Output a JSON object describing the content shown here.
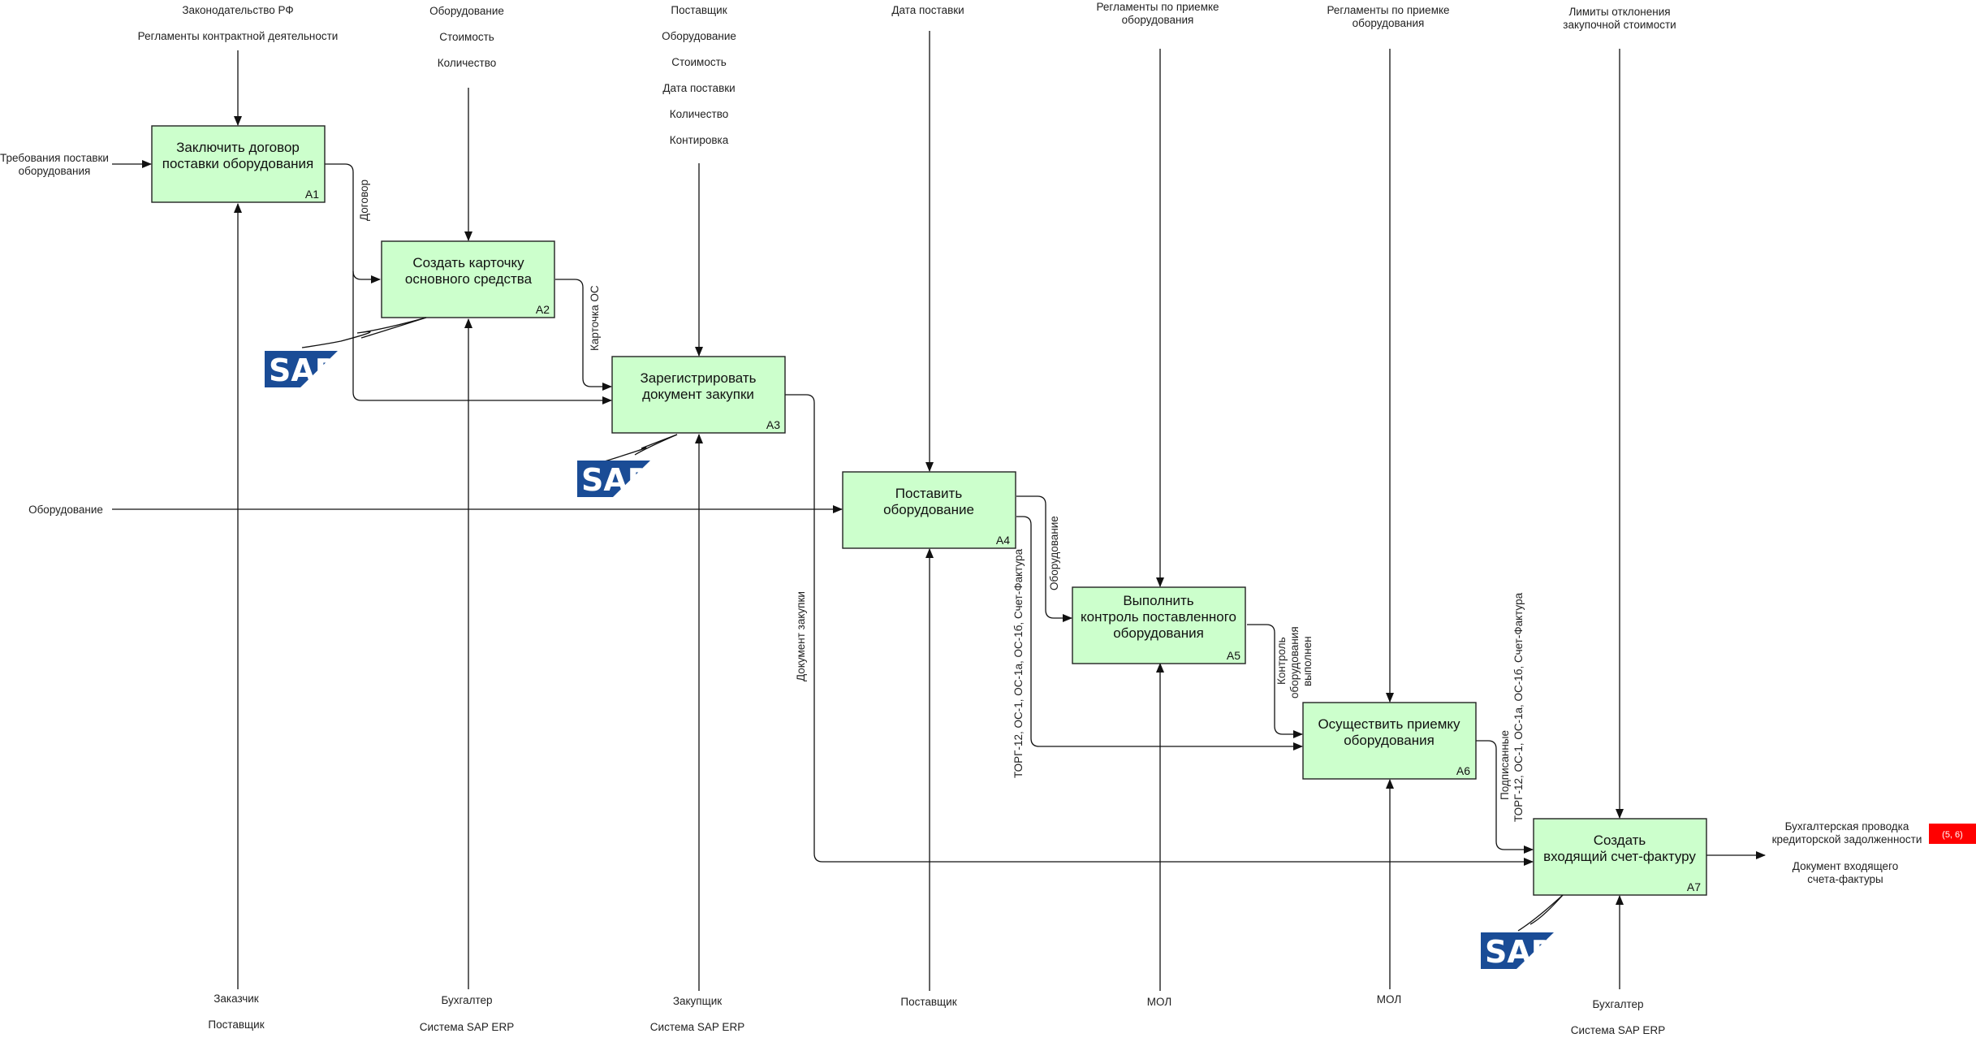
{
  "diagram": {
    "colors": {
      "box_fill": "#ccffcc",
      "sap_blue": "#1a4c96",
      "badge_red": "#ff0000"
    },
    "boxes": [
      {
        "id": "A1",
        "lines": [
          "Заключить договор",
          "поставки оборудования"
        ]
      },
      {
        "id": "A2",
        "lines": [
          "Создать карточку",
          "основного средства"
        ]
      },
      {
        "id": "A3",
        "lines": [
          "Зарегистрировать",
          "документ закупки"
        ]
      },
      {
        "id": "A4",
        "lines": [
          "Поставить",
          "оборудование"
        ]
      },
      {
        "id": "A5",
        "lines": [
          "Выполнить",
          "контроль поставленного",
          "оборудования"
        ]
      },
      {
        "id": "A6",
        "lines": [
          "Осуществить приемку",
          "оборудования"
        ]
      },
      {
        "id": "A7",
        "lines": [
          "Создать",
          "входящий счет-фактуру"
        ]
      }
    ],
    "controls": {
      "a1": [
        "Законодательство РФ",
        "Регламенты контрактной деятельности"
      ],
      "a2": [
        "Оборудование",
        "Стоимость",
        "Количество"
      ],
      "a3": [
        "Поставщик",
        "Оборудование",
        "Стоимость",
        "Дата поставки",
        "Количество",
        "Контировка"
      ],
      "a4": [
        "Дата поставки"
      ],
      "a5": [
        "Регламенты по приемке",
        "оборудования"
      ],
      "a6": [
        "Регламенты по приемке",
        "оборудования"
      ],
      "a7": [
        "Лимиты отклонения",
        "закупочной стоимости"
      ]
    },
    "inputs": {
      "a1": [
        "Требования поставки",
        "оборудования"
      ],
      "a4": [
        "Оборудование"
      ]
    },
    "mechanisms": {
      "a1": [
        "Заказчик",
        "Поставщик"
      ],
      "a2": [
        "Бухгалтер",
        "Система SAP ERP"
      ],
      "a3": [
        "Закупщик",
        "Система SAP ERP"
      ],
      "a4": [
        "Поставщик"
      ],
      "a5": [
        "МОЛ"
      ],
      "a6": [
        "МОЛ"
      ],
      "a7": [
        "Бухгалтер",
        "Система SAP ERP"
      ]
    },
    "arrow_labels": {
      "dogovor": "Договор",
      "kartochka": "Карточка ОС",
      "dokument_zakupki": "Документ закупки",
      "oborudovanie": "Оборудование",
      "torg_docs": "ТОРГ-12, ОС-1, ОС-1а, ОС-1б, Счет-Фактура",
      "kontrol": [
        "Контроль",
        "оборудования",
        "выполнен"
      ],
      "podpisannye": [
        "Подписанные",
        "ТОРГ-12, ОС-1, ОС-1а, ОС-1б, Счет-Фактура"
      ]
    },
    "outputs": {
      "provodka": [
        "Бухгалтерская проводка",
        "кредиторской задолженности"
      ],
      "dokument_sf": [
        "Документ входящего",
        "счета-фактуры"
      ]
    },
    "badge": "(5, 6)",
    "sap_logo_text": "SAP"
  }
}
